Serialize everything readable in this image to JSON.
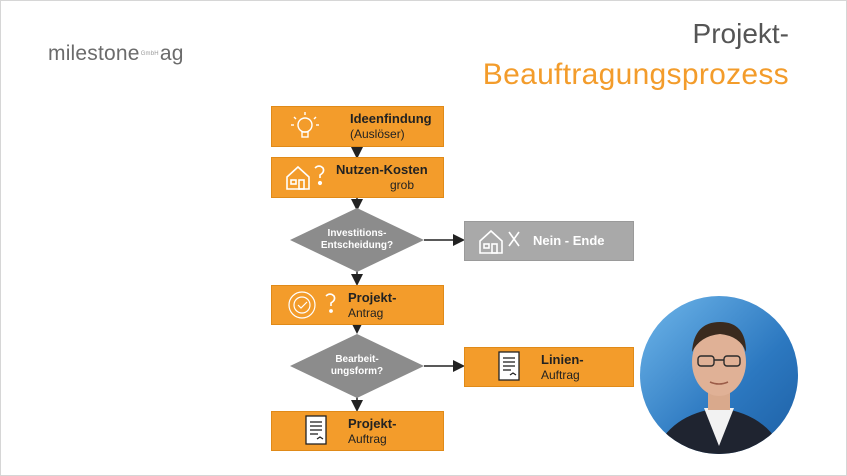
{
  "logo": {
    "text_a": "milestone",
    "text_small": "GmbH",
    "text_b": "ag"
  },
  "title": {
    "line1": "Projekt-",
    "line2": "Beauftragungsprozess"
  },
  "steps": {
    "ideen": {
      "title": "Ideenfindung",
      "sub": "(Auslöser)"
    },
    "nutzen": {
      "title": "Nutzen-Kosten",
      "sub": "grob"
    },
    "invest": {
      "line1": "Investitions-",
      "line2": "Entscheidung?"
    },
    "nein": {
      "title": "Nein - Ende"
    },
    "antrag": {
      "title": "Projekt-",
      "sub": "Antrag"
    },
    "bearb": {
      "line1": "Bearbeit-",
      "line2": "ungsform?"
    },
    "linie": {
      "title": "Linien-",
      "sub": "Auftrag"
    },
    "auftrag": {
      "title": "Projekt-",
      "sub": "Auftrag"
    }
  },
  "colors": {
    "orange": "#f39c2b",
    "gray": "#a9a9a9",
    "diamond": "#8c8c8c"
  },
  "icons": [
    "lightbulb-icon",
    "house-question-icon",
    "house-x-icon",
    "seal-question-icon",
    "document-icon"
  ]
}
